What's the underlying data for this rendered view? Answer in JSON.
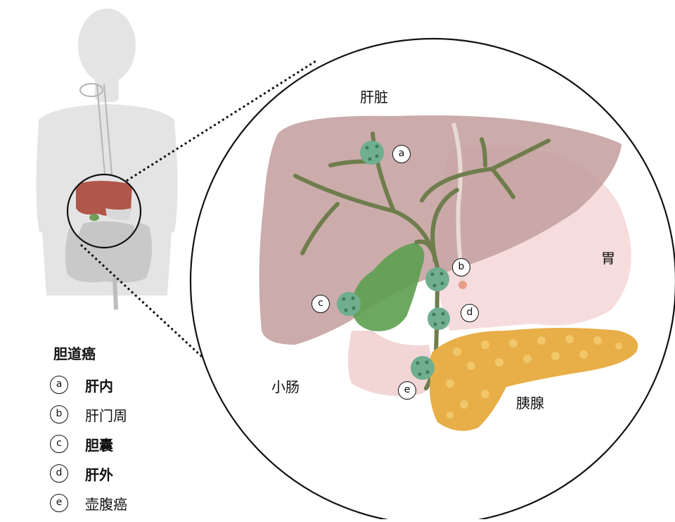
{
  "labels": {
    "liver": "肝脏",
    "stomach": "胃",
    "small_intestine": "小肠",
    "pancreas": "胰腺"
  },
  "badges": [
    "a",
    "b",
    "c",
    "d",
    "e"
  ],
  "legend": {
    "title": "胆道癌",
    "items": [
      {
        "key": "a",
        "text": "肝内"
      },
      {
        "key": "b",
        "text": "肝门周"
      },
      {
        "key": "c",
        "text": "胆囊"
      },
      {
        "key": "d",
        "text": "肝外"
      },
      {
        "key": "e",
        "text": "壶腹癌"
      }
    ]
  },
  "colors": {
    "liver": "#c9a7a5",
    "bile_duct": "#6f7d4d",
    "gallbladder": "#5a9a4d",
    "tumor": "#6fae8e",
    "pancreas": "#e6ad4a",
    "stomach": "#f3d8d8",
    "body_silhouette": "#e3e3e3"
  }
}
